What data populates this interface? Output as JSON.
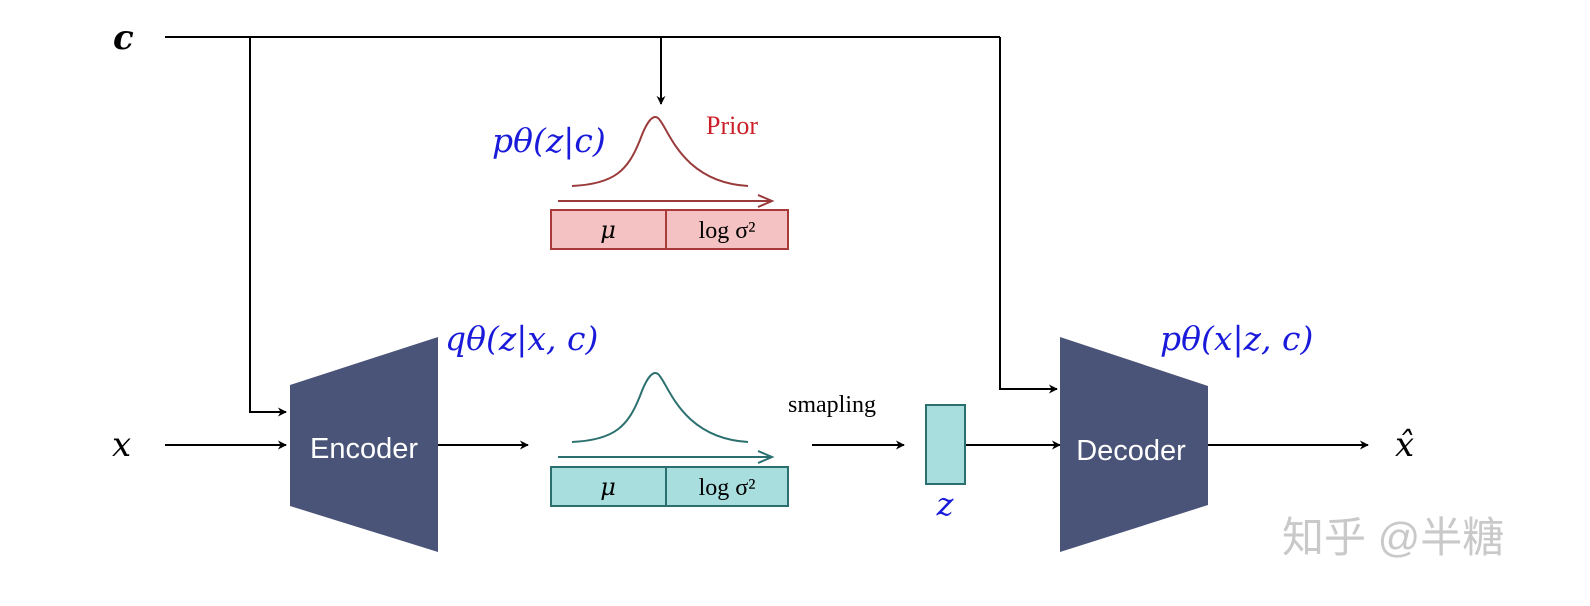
{
  "inputs": {
    "condition": "c",
    "data": "x"
  },
  "encoder": {
    "label": "Encoder",
    "dist_label": "qθ(z|x, c)"
  },
  "decoder": {
    "label": "Decoder",
    "dist_label": "pθ(x|z, c)"
  },
  "prior": {
    "dist_label": "pθ(z|c)",
    "name": "Prior",
    "mu": "μ",
    "logvar": "log σ²"
  },
  "posterior": {
    "mu": "μ",
    "logvar": "log σ²"
  },
  "sampling": {
    "label": "smapling",
    "z": "z"
  },
  "output": {
    "label": "x̂"
  },
  "watermark": "知乎 @半糖",
  "colors": {
    "trapezoid": "#4a5478",
    "prior_fill": "#f4c2c2",
    "prior_stroke": "#a83a3a",
    "posterior_fill": "#a8dede",
    "posterior_stroke": "#2b6f6f",
    "math_blue": "#1a1adb",
    "prior_red": "#cc1f2a"
  }
}
